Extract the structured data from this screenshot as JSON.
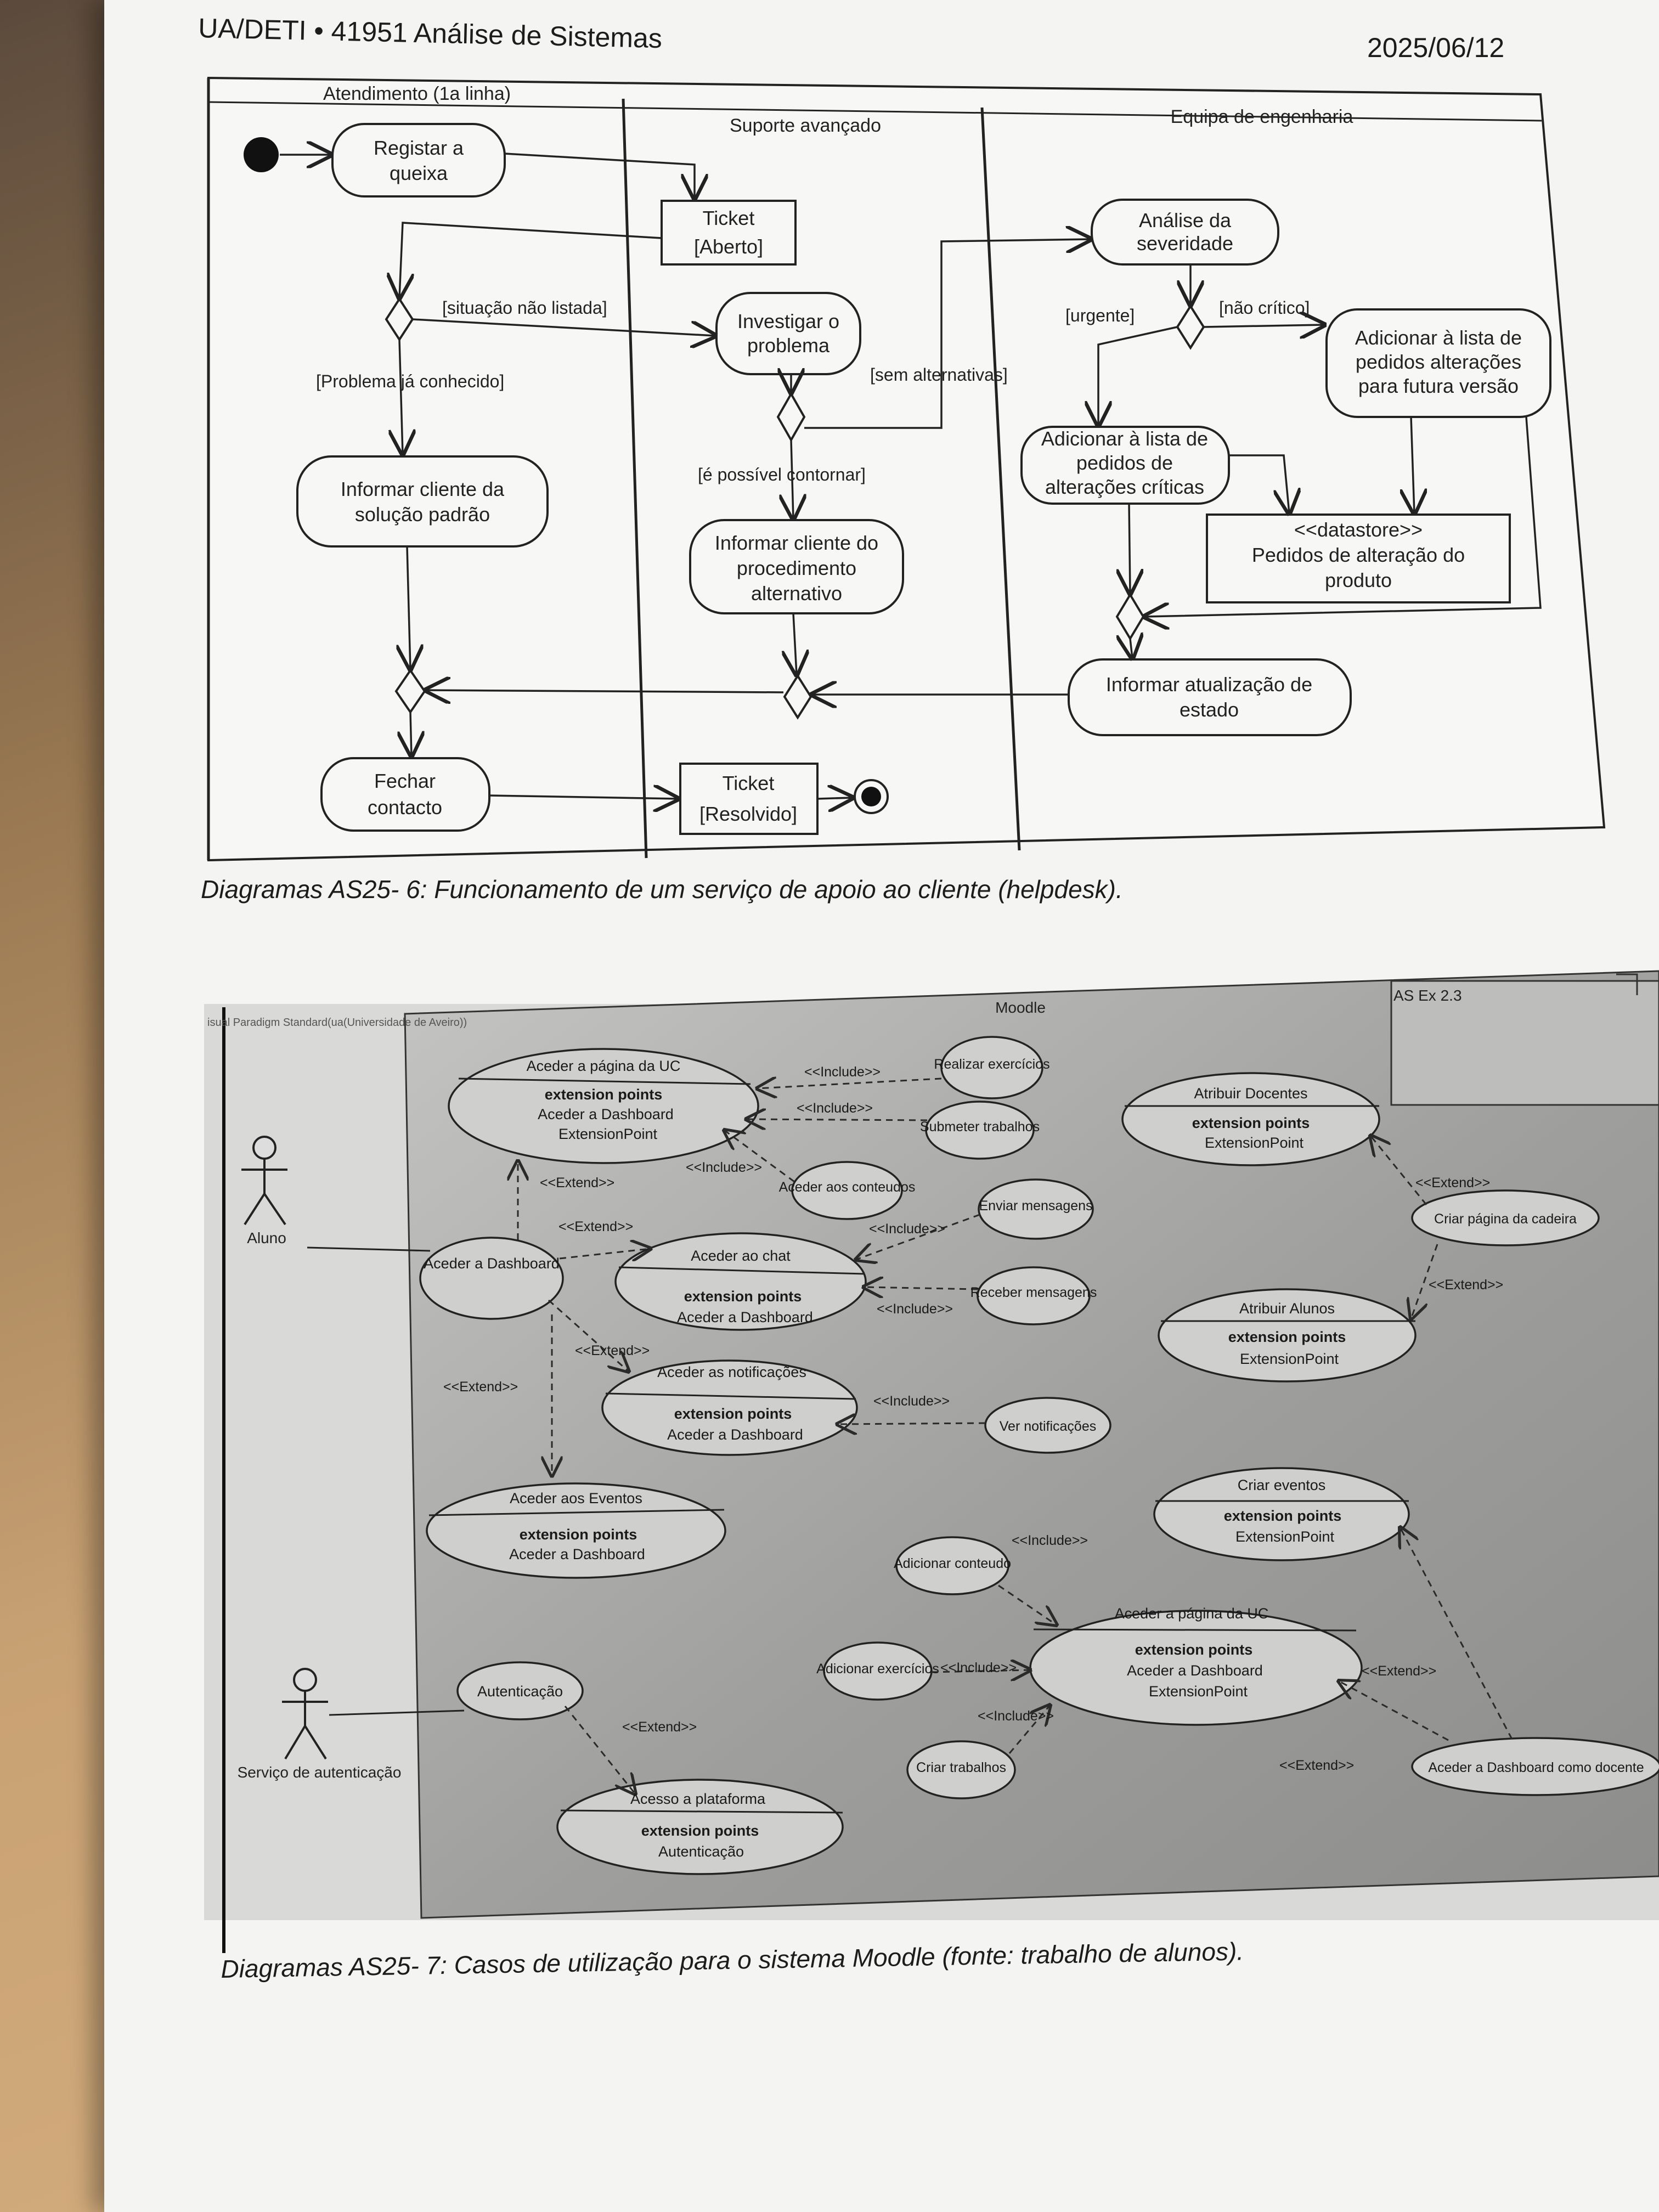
{
  "header": {
    "course": "UA/DETI • 41951 Análise de Sistemas",
    "date": "2025/06/12"
  },
  "activity_diagram": {
    "lanes": [
      "Atendimento (1a linha)",
      "Suporte avançado",
      "Equipa de engenharia"
    ],
    "nodes": {
      "registar": [
        "Registar a",
        "queixa"
      ],
      "ticket_aberto": [
        "Ticket",
        "[Aberto]"
      ],
      "analise": [
        "Análise da",
        "severidade"
      ],
      "investigar": [
        "Investigar o",
        "problema"
      ],
      "adicionar_futura": [
        "Adicionar à lista de",
        "pedidos alterações",
        "para futura versão"
      ],
      "adicionar_criticas": [
        "Adicionar à lista de",
        "pedidos de",
        "alterações críticas"
      ],
      "datastore": [
        "<<datastore>>",
        "Pedidos de alteração do",
        "produto"
      ],
      "informar_padrao": [
        "Informar cliente da",
        "solução padrão"
      ],
      "informar_alternativo": [
        "Informar cliente do",
        "procedimento",
        "alternativo"
      ],
      "informar_atualizacao": [
        "Informar atualização de",
        "estado"
      ],
      "fechar": [
        "Fechar",
        "contacto"
      ],
      "ticket_resolvido": [
        "Ticket",
        "[Resolvido]"
      ]
    },
    "guards": {
      "situacao": "[situação não listada]",
      "conhecido": "[Problema já conhecido]",
      "sem_alternativas": "[sem alternativas]",
      "contornar": "[é possível contornar]",
      "urgente": "[urgente]",
      "nao_critico": "[não crítico]"
    },
    "caption": "Diagramas AS25- 6: Funcionamento de um serviço de apoio ao cliente (helpdesk)."
  },
  "use_case_diagram": {
    "watermark": "isual Paradigm Standard(ua(Universidade de Aveiro))",
    "system_name": "Moodle",
    "note": "AS Ex 2.3",
    "actors": [
      "Aluno",
      "Serviço de autenticação"
    ],
    "extension_label": "extension points",
    "use_cases": {
      "pagina_uc": {
        "name": "Aceder a página da UC",
        "points": [
          "Aceder a Dashboard",
          "ExtensionPoint"
        ]
      },
      "dashboard": "Aceder a Dashboard",
      "chat": {
        "name": "Aceder ao chat",
        "points": [
          "Aceder a Dashboard"
        ]
      },
      "notificacoes": {
        "name": "Aceder as notificações",
        "points": [
          "Aceder a Dashboard"
        ]
      },
      "eventos": {
        "name": "Aceder aos Eventos",
        "points": [
          "Aceder a Dashboard"
        ]
      },
      "autenticacao": "Autenticação",
      "acesso": {
        "name": "Acesso a plataforma",
        "points": [
          "Autenticação"
        ]
      },
      "realizar": "Realizar exercícios",
      "submeter": "Submeter trabalhos",
      "conteudos": "Aceder aos conteudos",
      "enviar": "Enviar mensagens",
      "receber": "Receber mensagens",
      "ver_notif": "Ver notificações",
      "docentes": {
        "name": "Atribuir Docentes",
        "points": [
          "ExtensionPoint"
        ]
      },
      "criar_pagina": "Criar página da cadeira",
      "alunos": {
        "name": "Atribuir Alunos",
        "points": [
          "ExtensionPoint"
        ]
      },
      "criar_eventos": {
        "name": "Criar eventos",
        "points": [
          "ExtensionPoint"
        ]
      },
      "adicionar_conteudo": "Adicionar conteudo",
      "adicionar_exercicios": "Adicionar exercícios",
      "criar_trabalhos": "Criar trabalhos",
      "pagina_uc2": {
        "name": "Aceder a página da UC",
        "points": [
          "Aceder a Dashboard",
          "ExtensionPoint"
        ]
      },
      "dashboard_docente": "Aceder a Dashboard como docente"
    },
    "relations": {
      "include": "<<Include>>",
      "extend": "<<Extend>>"
    },
    "caption": "Diagramas AS25- 7:  Casos de utilização para o sistema Moodle (fonte: trabalho de alunos)."
  }
}
